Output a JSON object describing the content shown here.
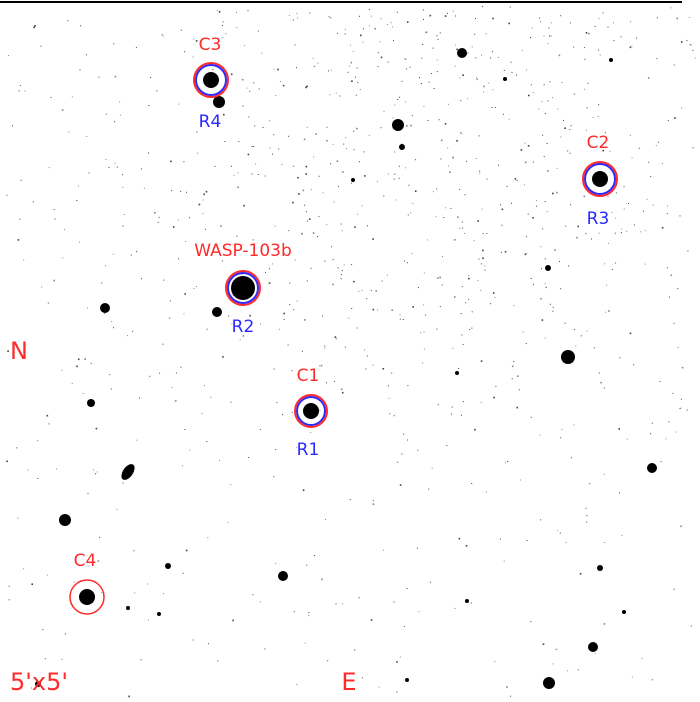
{
  "target": {
    "label": "WASP-103b"
  },
  "comparison_stars": [
    {
      "label": "C1"
    },
    {
      "label": "C2"
    },
    {
      "label": "C3"
    },
    {
      "label": "C4"
    }
  ],
  "reference_stars": [
    {
      "label": "R1"
    },
    {
      "label": "R2"
    },
    {
      "label": "R3"
    },
    {
      "label": "R4"
    }
  ],
  "orientation": {
    "north": "N",
    "east": "E"
  },
  "field_of_view": "5'x5'",
  "colors": {
    "comparison_ring": "#ff2a2a",
    "reference_ring": "#2a2aff",
    "labels_red": "#ff2a2a",
    "labels_blue": "#2a2aff"
  }
}
